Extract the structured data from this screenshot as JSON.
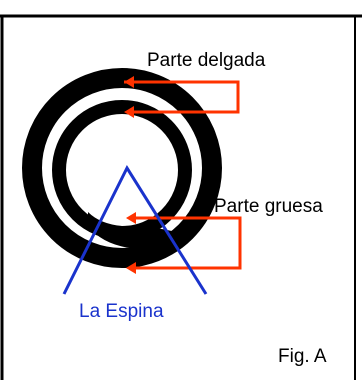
{
  "labels": {
    "thin_part": "Parte delgada",
    "thick_part": "Parte gruesa",
    "spine": "La Espina",
    "figure": "Fig. A"
  },
  "colors": {
    "background": "#ffffff",
    "frame": "#000000",
    "coil": "#000000",
    "arrow": "#ff3300",
    "spine": "#1a33cc",
    "text": "#000000"
  }
}
